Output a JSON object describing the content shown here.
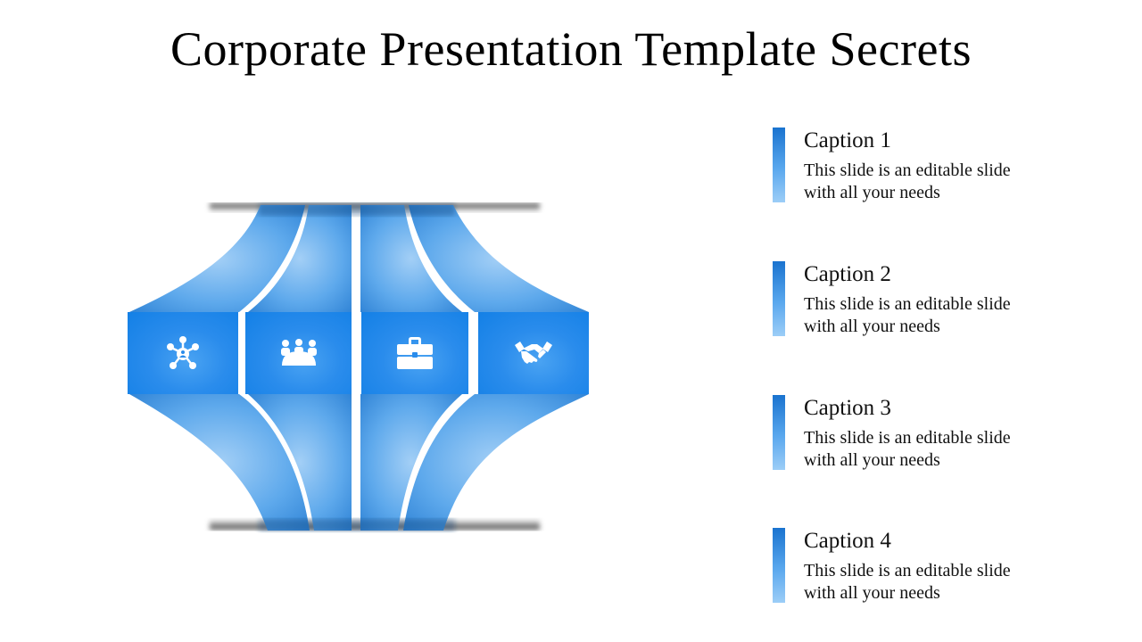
{
  "slide": {
    "title": "Corporate Presentation Template Secrets",
    "accent_color": "#1380e6",
    "accent_light": "#9ccdf7"
  },
  "diagram": {
    "tiles": [
      {
        "icon": "network-icon"
      },
      {
        "icon": "meeting-team-icon"
      },
      {
        "icon": "briefcase-icon"
      },
      {
        "icon": "handshake-icon"
      }
    ]
  },
  "captions": [
    {
      "heading": "Caption 1",
      "text": "This slide is an editable slide with all your needs"
    },
    {
      "heading": "Caption 2",
      "text": "This slide is an editable slide with all your needs"
    },
    {
      "heading": "Caption 3",
      "text": "This slide is an editable slide with all your needs"
    },
    {
      "heading": "Caption 4",
      "text": "This slide is an editable slide with all your needs"
    }
  ]
}
